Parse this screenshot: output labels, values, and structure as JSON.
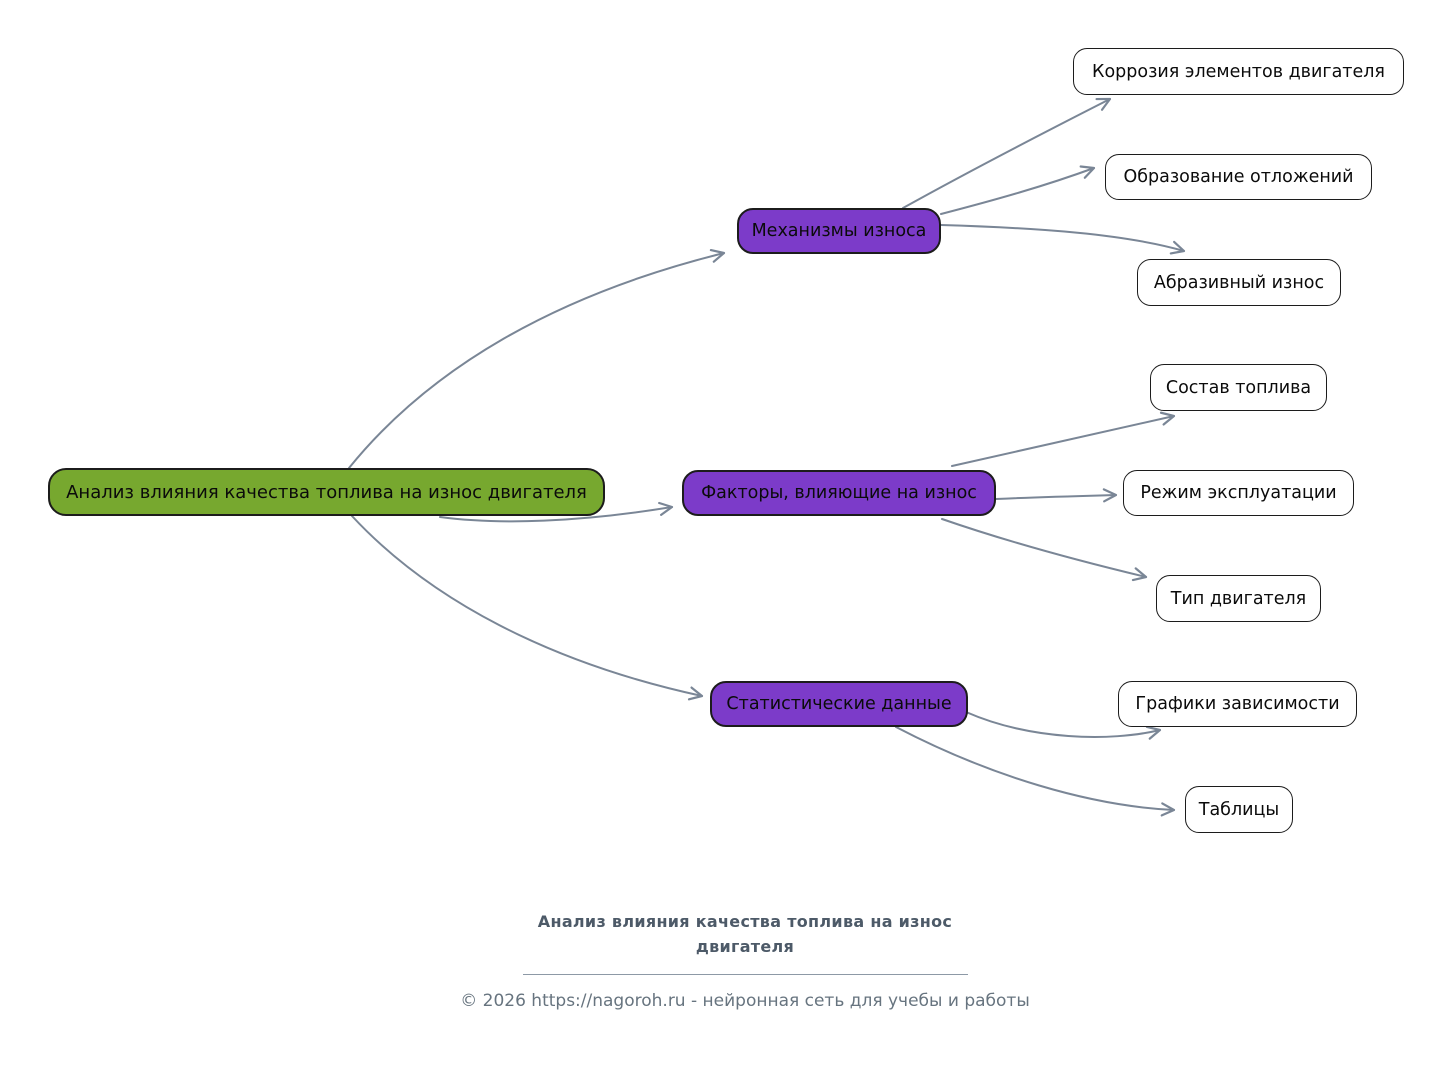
{
  "colors": {
    "root_fill": "#77a82f",
    "branch_fill": "#7c3bc9",
    "leaf_fill": "#ffffff",
    "node_border": "#1c1c1c",
    "edge": "#7a8696",
    "footer_title": "#4d5a68",
    "footer_copyright": "#67747f"
  },
  "mindmap": {
    "root": {
      "label": "Анализ влияния качества топлива на износ двигателя"
    },
    "branches": [
      {
        "label": "Механизмы износа",
        "leaves": [
          "Коррозия элементов двигателя",
          "Образование отложений",
          "Абразивный износ"
        ]
      },
      {
        "label": "Факторы, влияющие на износ",
        "leaves": [
          "Состав топлива",
          "Режим эксплуатации",
          "Тип двигателя"
        ]
      },
      {
        "label": "Статистические данные",
        "leaves": [
          "Графики зависимости",
          "Таблицы"
        ]
      }
    ]
  },
  "footer": {
    "title": "Анализ влияния качества топлива на износ двигателя",
    "copyright": "© 2026 https://nagoroh.ru - нейронная сеть для учебы и работы"
  }
}
